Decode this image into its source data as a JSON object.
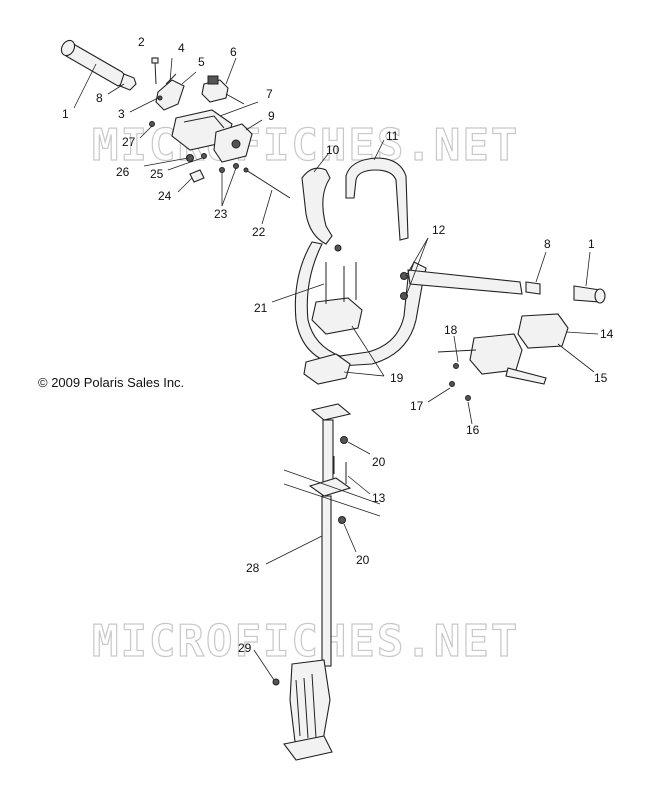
{
  "watermark": "MICROFICHES.NET",
  "copyright": "© 2009 Polaris Sales Inc.",
  "callouts": [
    "1",
    "2",
    "3",
    "4",
    "5",
    "6",
    "7",
    "8",
    "9",
    "10",
    "11",
    "12",
    "13",
    "14",
    "15",
    "16",
    "17",
    "18",
    "19",
    "20",
    "21",
    "22",
    "23",
    "24",
    "25",
    "26",
    "27",
    "28",
    "29"
  ],
  "labels": {
    "l1a": "1",
    "l2": "2",
    "l3": "3",
    "l4": "4",
    "l5": "5",
    "l6": "6",
    "l7": "7",
    "l8a": "8",
    "l9": "9",
    "l10": "10",
    "l11": "11",
    "l12": "12",
    "l1b": "1",
    "l8b": "8",
    "l21": "21",
    "l18": "18",
    "l14": "14",
    "l15": "15",
    "l17": "17",
    "l16": "16",
    "l19": "19",
    "l20a": "20",
    "l13": "13",
    "l20b": "20",
    "l28": "28",
    "l29": "29",
    "l22": "22",
    "l23": "23",
    "l24": "24",
    "l25": "25",
    "l26": "26",
    "l27": "27"
  }
}
